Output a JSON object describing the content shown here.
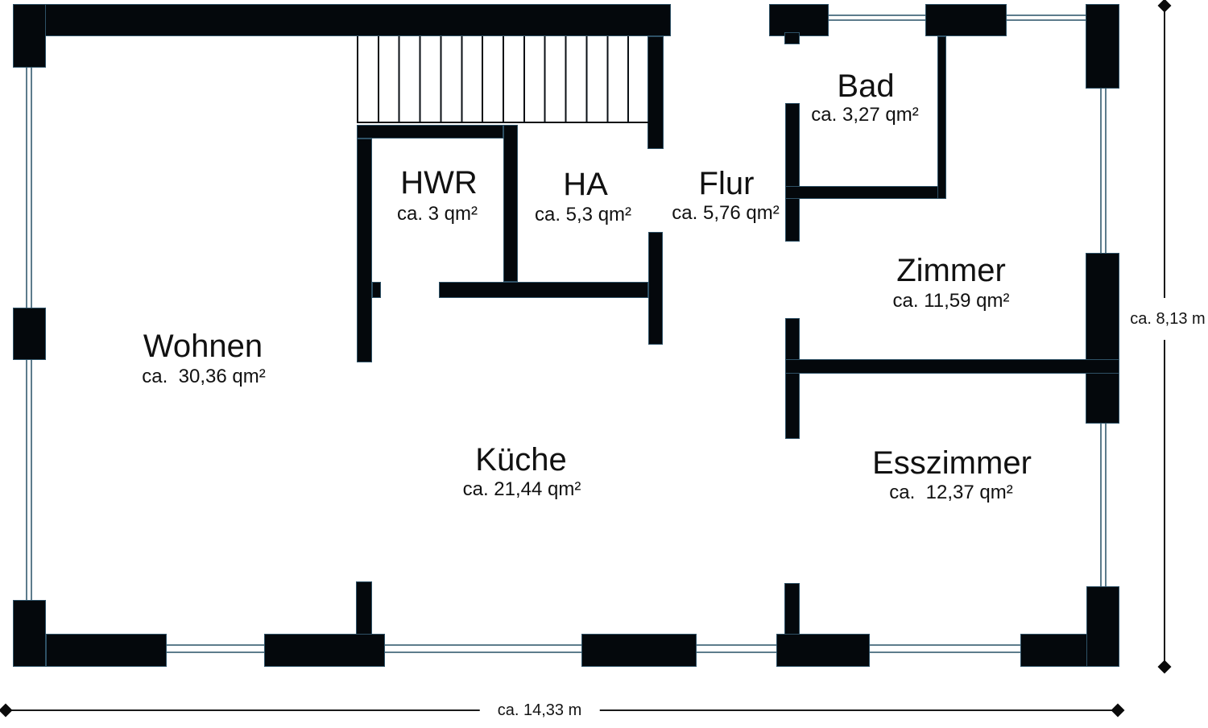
{
  "rooms": [
    {
      "id": "wohnen",
      "name": "Wohnen",
      "area": "ca.  30,36 qm²"
    },
    {
      "id": "hwr",
      "name": "HWR",
      "area": "ca. 3 qm²"
    },
    {
      "id": "ha",
      "name": "HA",
      "area": "ca. 5,3 qm²"
    },
    {
      "id": "flur",
      "name": "Flur",
      "area": "ca. 5,76 qm²"
    },
    {
      "id": "bad",
      "name": "Bad",
      "area": "ca. 3,27 qm²"
    },
    {
      "id": "zimmer",
      "name": "Zimmer",
      "area": "ca. 11,59 qm²"
    },
    {
      "id": "kueche",
      "name": "Küche",
      "area": "ca. 21,44 qm²"
    },
    {
      "id": "esszimmer",
      "name": "Esszimmer",
      "area": "ca.  12,37 qm²"
    }
  ],
  "dimensions": {
    "bottom_label": "ca. 14,33 m",
    "right_label": "ca. 8,13 m"
  },
  "colors": {
    "wall": "#04080c",
    "wall_outline": "#2e5166",
    "window_line": "#5d7c8c",
    "dimension": "#1a1a1a",
    "text": "#141414",
    "background": "#ffffff"
  }
}
